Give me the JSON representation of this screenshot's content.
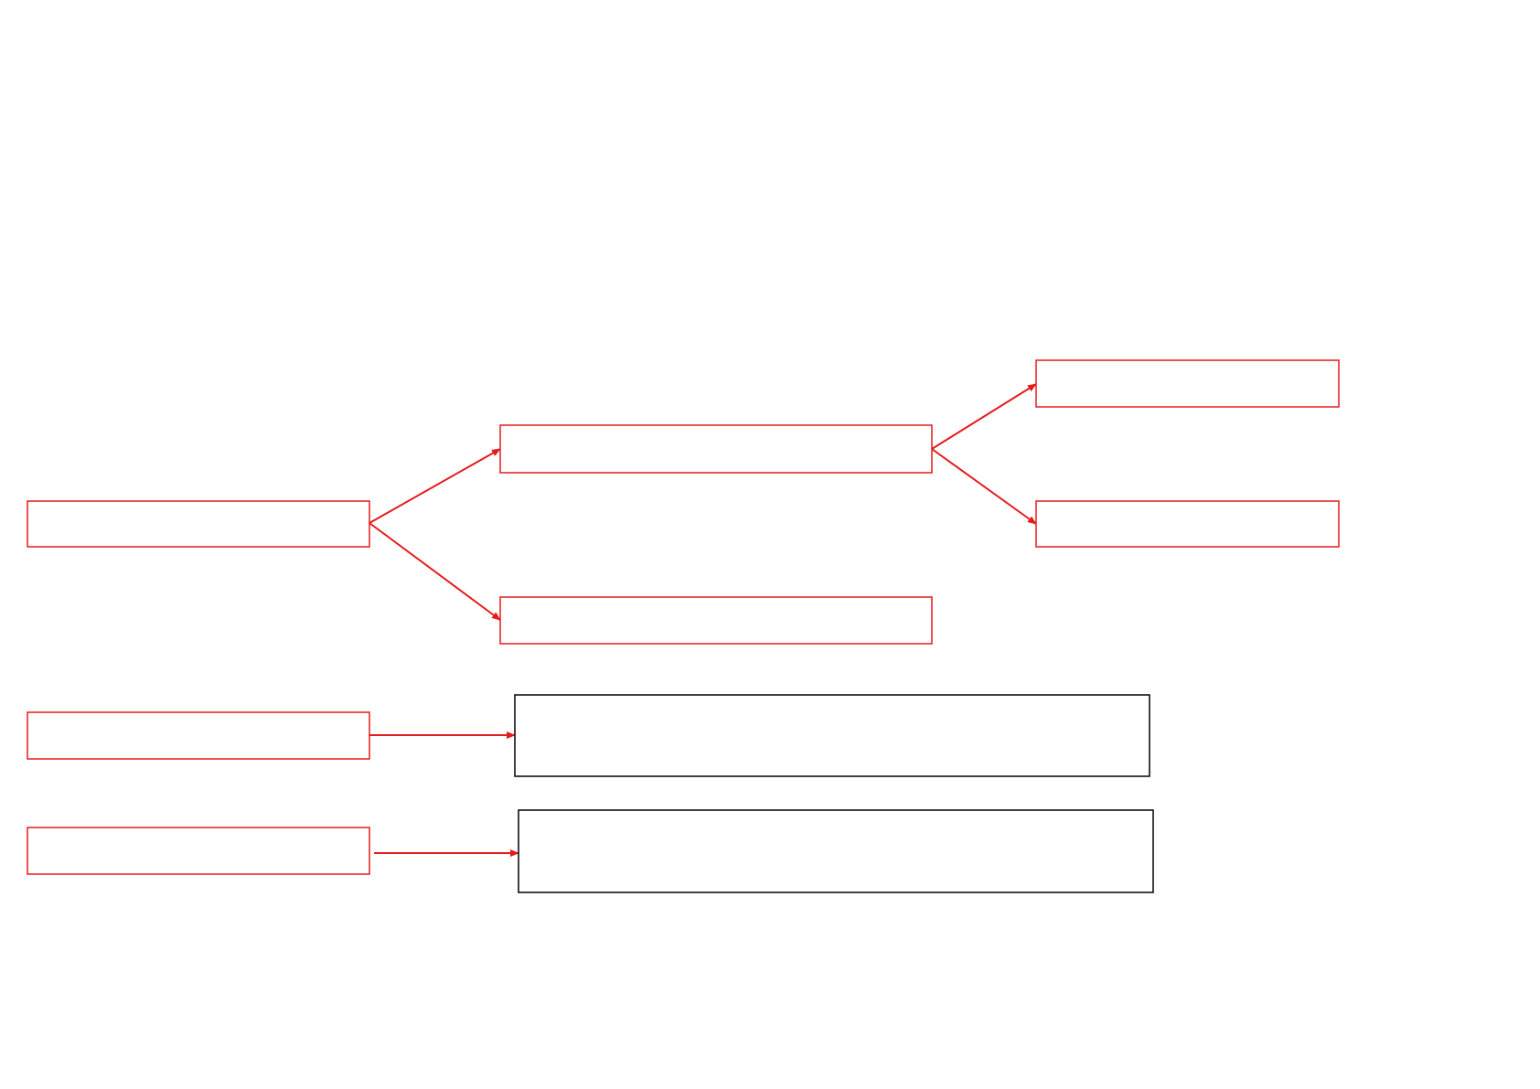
{
  "diagram": {
    "colors": {
      "background": "#ffffff",
      "red_box_border": "#e51b1b",
      "black_box_border": "#000000",
      "arrow": "#e51b1b"
    },
    "nodes": [
      {
        "id": "root",
        "label": "",
        "style": "red"
      },
      {
        "id": "mid-top",
        "label": "",
        "style": "red"
      },
      {
        "id": "mid-bottom",
        "label": "",
        "style": "red"
      },
      {
        "id": "right-top",
        "label": "",
        "style": "red"
      },
      {
        "id": "right-bottom",
        "label": "",
        "style": "red"
      },
      {
        "id": "left-row2",
        "label": "",
        "style": "red"
      },
      {
        "id": "left-row3",
        "label": "",
        "style": "red"
      },
      {
        "id": "answer-row2",
        "label": "",
        "style": "black"
      },
      {
        "id": "answer-row3",
        "label": "",
        "style": "black"
      }
    ],
    "edges": [
      {
        "from": "root",
        "to": "mid-top"
      },
      {
        "from": "root",
        "to": "mid-bottom"
      },
      {
        "from": "mid-top",
        "to": "right-top"
      },
      {
        "from": "mid-top",
        "to": "right-bottom"
      },
      {
        "from": "left-row2",
        "to": "answer-row2"
      },
      {
        "from": "left-row3",
        "to": "answer-row3"
      }
    ]
  }
}
